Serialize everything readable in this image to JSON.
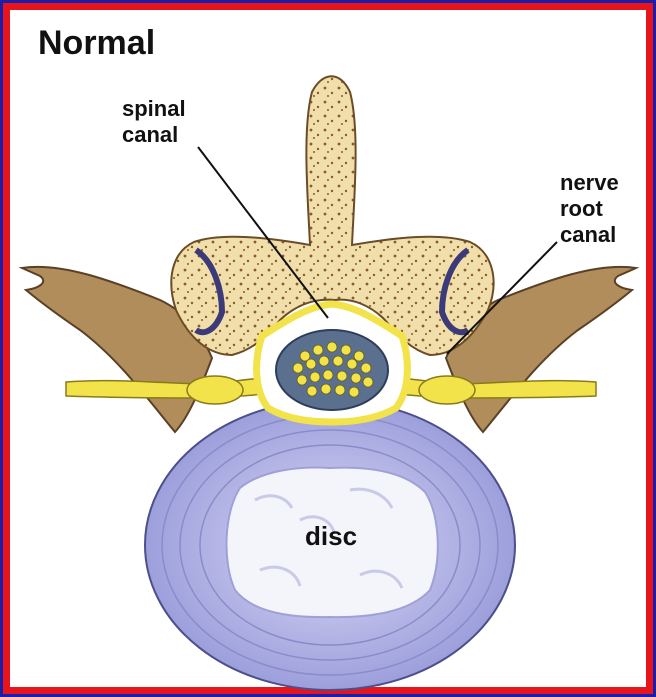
{
  "title": "Normal",
  "labels": {
    "spinal_canal": [
      "spinal",
      "canal"
    ],
    "nerve_root_canal": [
      "nerve",
      "root",
      "canal"
    ],
    "disc": "disc"
  },
  "colors": {
    "outer_border": "#1b1fa8",
    "inner_border": "#e8141c",
    "bone": "#f1dfab",
    "bone_dark": "#a88552",
    "nerve": "#f2e34a",
    "disc_outer": "#b3b4e6",
    "disc_nucleus": "#f4f4fb",
    "canal_fill": "#5b6f8f"
  }
}
